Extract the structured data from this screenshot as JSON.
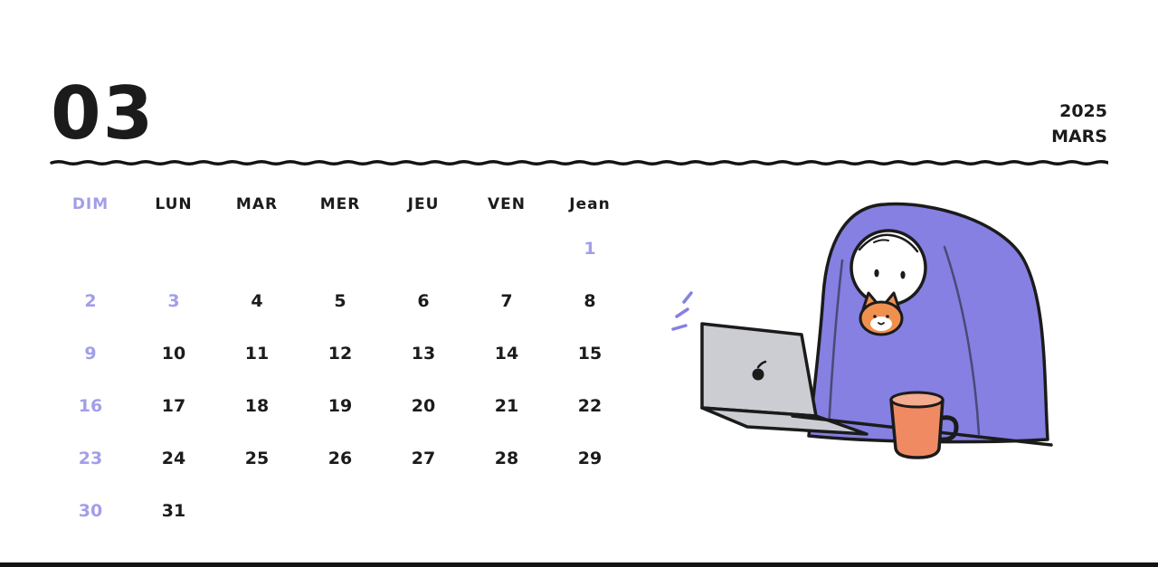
{
  "header": {
    "month_number": "03",
    "year": "2025",
    "month_name": "MARS"
  },
  "calendar": {
    "weekdays": [
      {
        "label": "DIM",
        "highlight": true
      },
      {
        "label": "LUN",
        "highlight": false
      },
      {
        "label": "MAR",
        "highlight": false
      },
      {
        "label": "MER",
        "highlight": false
      },
      {
        "label": "JEU",
        "highlight": false
      },
      {
        "label": "VEN",
        "highlight": false
      },
      {
        "label": "Jean",
        "highlight": false
      }
    ],
    "weeks": [
      [
        "",
        "",
        "",
        "",
        "",
        "",
        "1"
      ],
      [
        "2",
        "3",
        "4",
        "5",
        "6",
        "7",
        "8"
      ],
      [
        "9",
        "10",
        "11",
        "12",
        "13",
        "14",
        "15"
      ],
      [
        "16",
        "17",
        "18",
        "19",
        "20",
        "21",
        "22"
      ],
      [
        "23",
        "24",
        "25",
        "26",
        "27",
        "28",
        "29"
      ],
      [
        "30",
        "31",
        "",
        "",
        "",
        "",
        ""
      ]
    ],
    "highlighted_days": [
      "1",
      "2",
      "3",
      "9",
      "16",
      "23",
      "30"
    ]
  },
  "illustration": {
    "description": "person wrapped in purple blanket working on laptop with cat and orange mug"
  },
  "colors": {
    "accent": "#a29ee8",
    "ink": "#1b1b1b",
    "blanket": "#8580e2",
    "laptop": "#cccdd2",
    "mug": "#ef8a63",
    "mug_light": "#f5ab8d",
    "cat": "#f0904f"
  }
}
